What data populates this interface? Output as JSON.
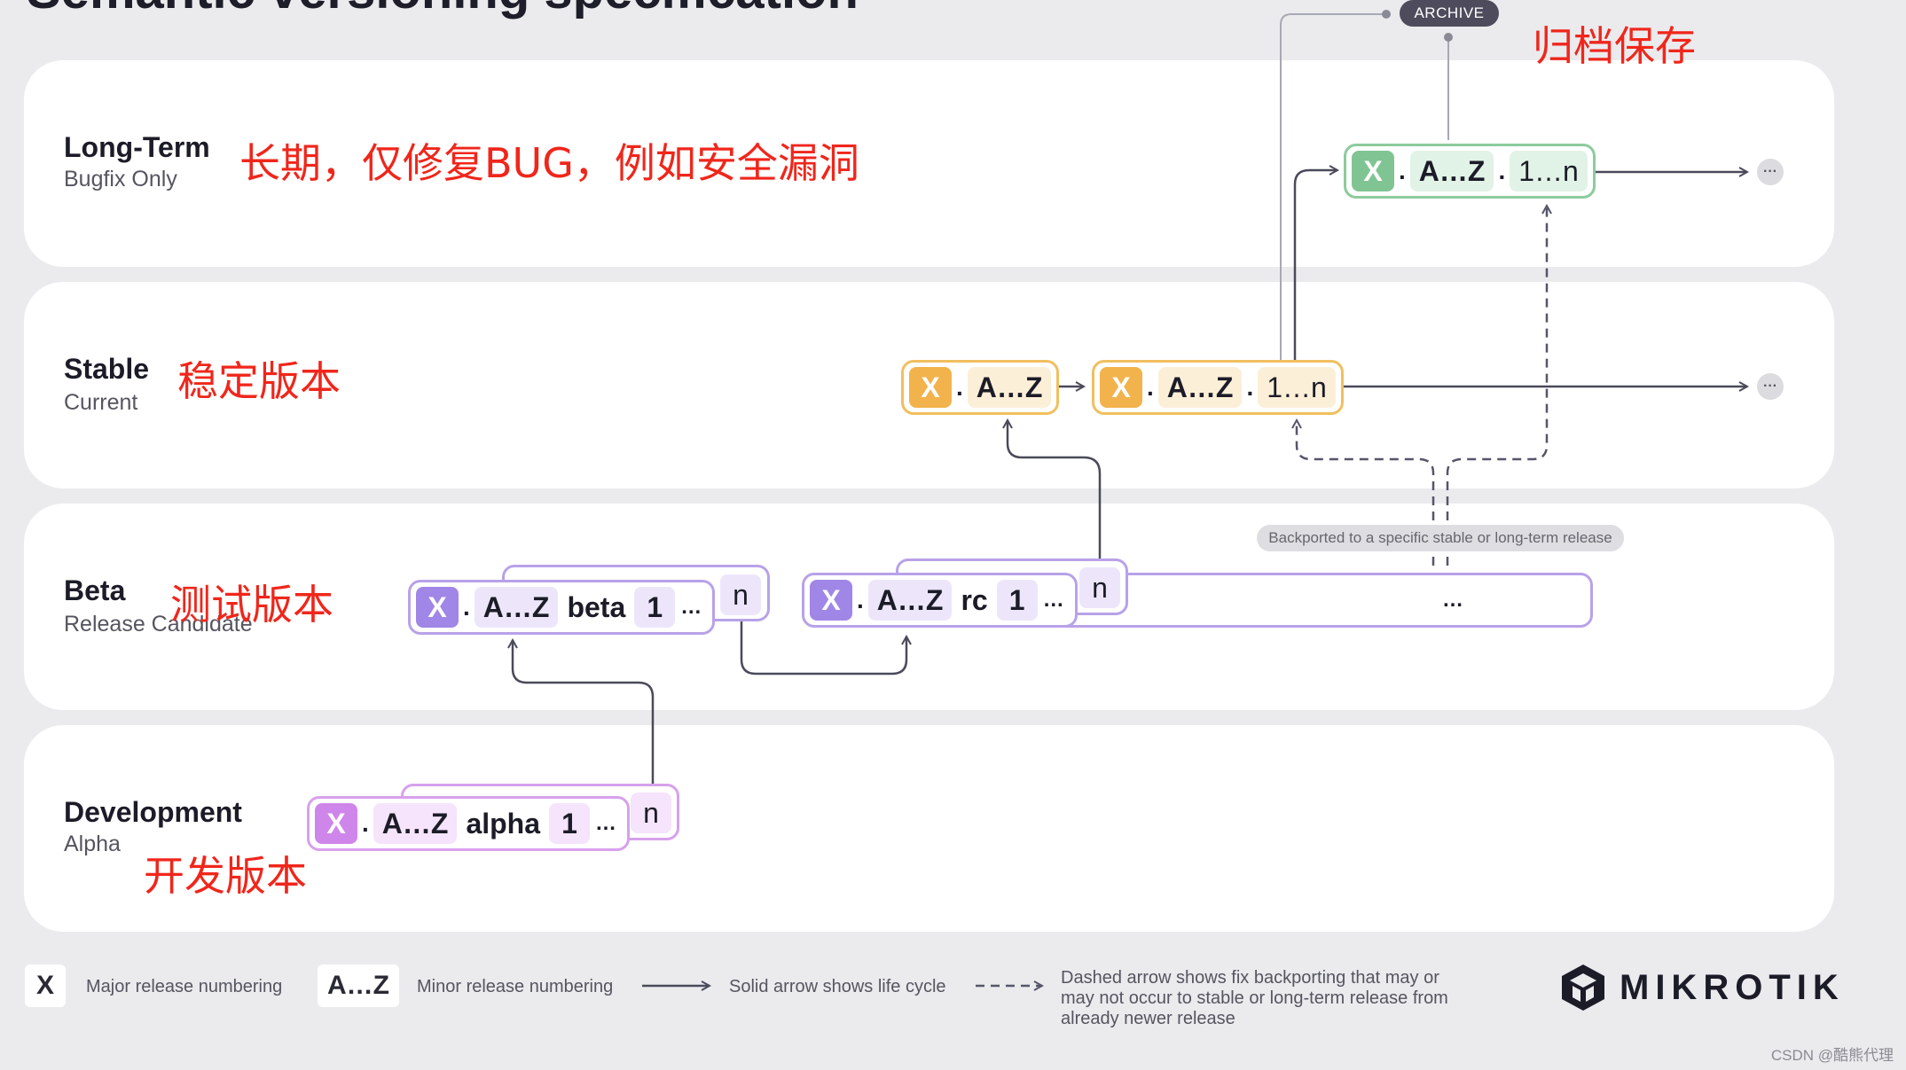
{
  "page_title": "Semantic versioning specification",
  "lanes": [
    {
      "title": "Long-Term",
      "subtitle": "Bugfix Only",
      "note": "长期，仅修复BUG，例如安全漏洞"
    },
    {
      "title": "Stable",
      "subtitle": "Current",
      "note": "稳定版本"
    },
    {
      "title": "Beta",
      "subtitle": "Release Candidate",
      "note": "测试版本"
    },
    {
      "title": "Development",
      "subtitle": "Alpha",
      "note": "开发版本"
    }
  ],
  "archive": {
    "label": "ARCHIVE",
    "note": "归档保存"
  },
  "chips": {
    "longterm": {
      "major": "X",
      "minor": "A…Z",
      "patch": "1…n"
    },
    "stable_a": {
      "major": "X",
      "minor": "A…Z"
    },
    "stable_b": {
      "major": "X",
      "minor": "A…Z",
      "patch": "1…n"
    },
    "beta": {
      "major": "X",
      "minor": "A…Z",
      "word": "beta",
      "num": "1",
      "ellipsis": "…",
      "last": "n"
    },
    "rc": {
      "major": "X",
      "minor": "A…Z",
      "word": "rc",
      "num": "1",
      "ellipsis": "…",
      "last": "n"
    },
    "rc_more": "…",
    "alpha": {
      "major": "X",
      "minor": "A…Z",
      "word": "alpha",
      "num": "1",
      "ellipsis": "…",
      "last": "n"
    }
  },
  "separator": ".",
  "more_marker": "···",
  "backport_label": "Backported to a specific stable or long-term release",
  "legend": {
    "major_box": "X",
    "major_text": "Major release numbering",
    "minor_box": "A…Z",
    "minor_text": "Minor release numbering",
    "solid_text": "Solid arrow shows life cycle",
    "dashed_text": "Dashed arrow shows fix backporting that may or may not occur to stable or long-term release from already newer release"
  },
  "logo": {
    "text": "MIKROTIK",
    "icon": "mikrotik-cube-icon"
  },
  "watermark": "CSDN @酷熊代理",
  "colors": {
    "purple": "#a086e6",
    "pink": "#cf86ea",
    "gold": "#f2b34c",
    "green": "#80c493",
    "note_red": "#f0261b",
    "arrow": "#4a4a5a"
  }
}
